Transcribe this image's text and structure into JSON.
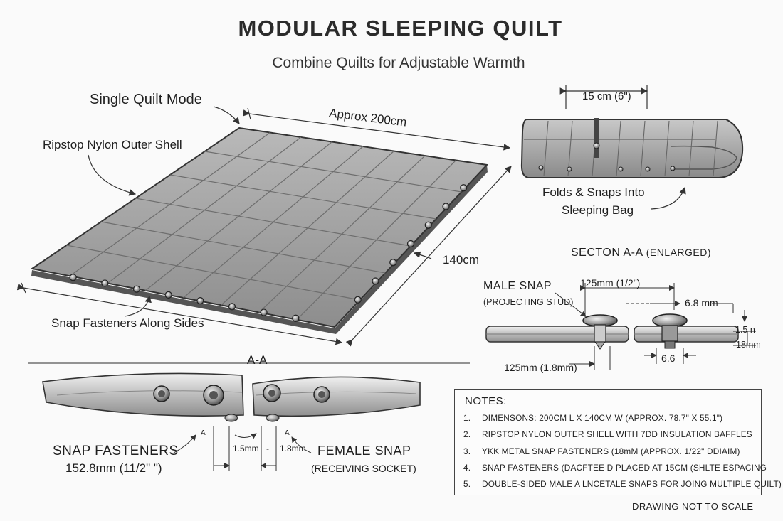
{
  "header": {
    "title": "MODULAR SLEEPING QUILT",
    "subtitle": "Combine Quilts for Adjustable Warmth"
  },
  "main_view": {
    "mode_label": "Single Quilt Mode",
    "shell_label": "Ripstop Nylon Outer Shell",
    "length_label": "Approx 200cm",
    "width_label": "140cm",
    "snap_label": "Snap Fasteners Along Sides"
  },
  "folded_view": {
    "dim_label": "15 cm (6\")",
    "caption_line1": "Folds & Snaps Into",
    "caption_line2": "Sleeping Bag"
  },
  "section_enlarged": {
    "title": "SECTON A-A",
    "title_suffix": "(ENLARGED)",
    "male_snap": "MALE SNAP",
    "male_snap_sub": "(PROJECTING STUD)",
    "dim_top": "125mm (1/2\")",
    "dim_right": "6.8 mm",
    "dim_height1": "1.5 n",
    "dim_height2": "18mm",
    "dim_bottom_left": "125mm (1.8mm)",
    "dim_bottom_right": "6.6"
  },
  "section_aa": {
    "title": "A-A",
    "marker_left": "A",
    "marker_right": "A",
    "gap_left": "1.5mm",
    "gap_sep": "-",
    "gap_right": "1.8mm",
    "snap_fasteners": "SNAP FASTENERS",
    "snap_dim": "152.8mm (11/2\" \")",
    "female_snap": "FEMALE SNAP",
    "female_snap_sub": "(RECEIVING SOCKET)"
  },
  "notes": {
    "title": "NOTES:",
    "items": [
      {
        "num": "1.",
        "text": "DIMENSONS: 200CM L X 140CM W (APPROX. 78.7\" X 55.1\")"
      },
      {
        "num": "2.",
        "text": "RIPSTOP NYLON OUTER SHELL WITH 7DD INSULATION BAFFLES"
      },
      {
        "num": "3.",
        "text": "YKK METAL SNAP FASTENERS (18mM  (APPROX. 1/22\" DDIAIM)"
      },
      {
        "num": "4.",
        "text": "SNAP FASTENERS (DACFTEE D PLACED AT 15CM (SHLTE ESPACING"
      },
      {
        "num": "5.",
        "text": "DOUBLE-SIDED MALE A LNCETALE SNAPS FOR JOING MULTIPLE QUILT)"
      }
    ],
    "footer": "DRAWING NOT TO SCALE"
  }
}
